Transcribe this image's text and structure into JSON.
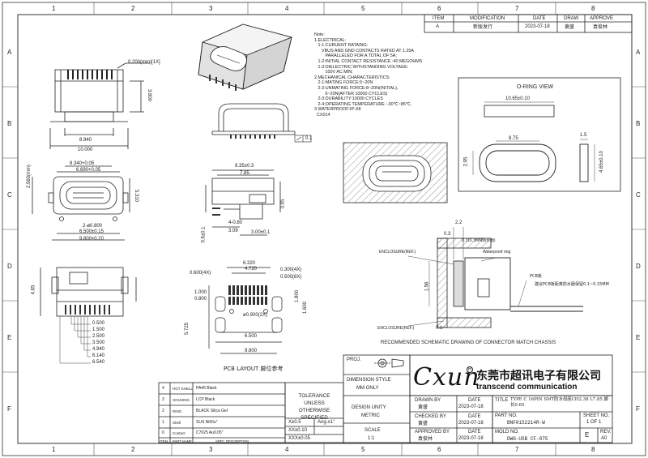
{
  "zones": {
    "top": [
      "1",
      "2",
      "3",
      "4",
      "5",
      "6",
      "7",
      "8"
    ],
    "side": [
      "A",
      "B",
      "C",
      "D",
      "E",
      "F"
    ]
  },
  "revision": {
    "headers": [
      "ITEM",
      "MODIFICATION",
      "DATE",
      "DRAW",
      "APPROVE"
    ],
    "row": {
      "item": "A",
      "modification": "新版发行",
      "date": "2023-07-18",
      "draw": "黄盛",
      "approve": "袁俊林"
    }
  },
  "notes": "Note:\n1.ELECTRICAL:\n   1-1:CURUENT RATAING:\n      VBUS AND GND CONTACTS RATED AT 1.25A\n         PARALLELED FOR A TOTAL OF 5A;\n   1-2:INITIAL CONTACT RESISTANCE :40 MEGOHMS\n   1-3:DIELECTRIC WITHSTANDING VOLTAGE:\n         100V AC MIN;\n2.MECHANICAL CHARACTERISTICS:\n   2-1:MATING FORCE:5~20N\n   2-2:UNMATING FORCE:8~20N(INITIAL),\n         6~20N(AFTER 10000 CYCLES)\n   2-3:DURABILITY:10000 CYCLES\n   2-4:OPERATING TEMPERATURE :-30℃~85℃.\n3.WATERPROOF:IP-X8\n  CX014",
  "dims": {
    "d_0200": "0.200(mm)[1X]",
    "d_3800": "3.800",
    "d_8940": "8.940",
    "d_10000": "10.000",
    "d_8340": "8.340+0.05",
    "d_6690": "6.690+0.05",
    "d_2560": "2.560(mm)",
    "d_5310": "5.310",
    "d_0800": "2-ø0.800",
    "d_6500": "6.500±0.15",
    "d_9800": "9.800±0.20",
    "d_835": "8.35±0.3",
    "d_785": "7.85",
    "d_480": "4-0.80",
    "d_309": "3.09",
    "d_300": "3.00±0.1",
    "d_065": "0.65",
    "d_08": "0.8±0.1",
    "d_flat": "0.1",
    "d_465": "4.65",
    "d_0500": "0.500",
    "d_1500": "1.500",
    "d_2500": "2.500",
    "d_3500": "3.500",
    "d_4940": "4.940",
    "d_6140": "6.140",
    "d_6540": "6.540",
    "d_6320": "6.320",
    "d_4720": "4.720",
    "d_0600": "0.600(4X)",
    "d_0300": "0.300(4X)",
    "d_0500b": "0.500(8X)",
    "d_1000": "1.000",
    "d_0800b": "0.800",
    "d_0900": "ø0.900(2X)",
    "d_5725": "5.725",
    "d_6500b": "6.500",
    "d_9800b": "9.800",
    "d_1800": "1.800",
    "d_1600": "1.600",
    "d_1065": "10.65±0.10",
    "d_875": "8.75",
    "d_295": "2.95",
    "d_15": "1.5",
    "d_465b": "4.65±0.10",
    "d_22": "2.2",
    "d_03": "0.3",
    "d_156": "1.56",
    "d_01": "0.1"
  },
  "labels": {
    "pcb_layout": "PCB LAYOUT 脚位参考",
    "oring_view": "O-RING VIEW",
    "enclosure": "ENCLOSURE(REF.)",
    "enclosure2": "ENCLOSURE(REF.)",
    "waterproof_ring": "Waterproof ring",
    "pcb_board": "PCB板",
    "pcb_suggestion": "建议PCB板距离防水圈保留0.1~0.15MM",
    "gap_note": "0.3(0.3MM防水圈)",
    "recommended": "RECOMMENDED SCHEMATIC DRAWING OF CONNECTOR MATCH CHASSIS"
  },
  "bom": [
    {
      "item": "4",
      "name": "HOT SHELL",
      "spec": "PA46 Black"
    },
    {
      "item": "3",
      "name": "HOUSING",
      "spec": "LCP Black"
    },
    {
      "item": "2",
      "name": "RING",
      "spec": "BLACK Silica Gel"
    },
    {
      "item": "1",
      "name": "Shell",
      "spec": "SUS Ni50u\""
    },
    {
      "item": "0",
      "name": "Contact",
      "spec": "C7025 Au0.05\""
    }
  ],
  "bom_header": {
    "item": "ITEM",
    "name": "PART NAME",
    "spec": "SPEC DESCRIPTION"
  },
  "tolerance": {
    "title": "TOLERANCE UNLESS OTHERWISE SPECIFIED",
    "x": "X±0.5",
    "xx": "XX±0.10",
    "xxx": "XXX±0.05",
    "ang": "Ang.±1°"
  },
  "title_block": {
    "proj": "PROJ.",
    "dimension_style": "DIMENSION STYLE",
    "dimension_value": "MM ONLY",
    "design_unity": "DESIGN UNITY",
    "design_value": "METRIC",
    "scale": "SCALE",
    "scale_value": "1:1",
    "drawn_by": "DRAWN BY",
    "drawn_name": "黄盛",
    "checked_by": "CHECKED BY",
    "checked_name": "黄盛",
    "approved_by": "APPROVED BY",
    "approved_name": "袁俊林",
    "date_label": "DATE",
    "date1": "2023-07-18",
    "date2": "2023-07-18",
    "date3": "2023-07-18",
    "logo": "Cxun",
    "company_cn": "东莞市超讯电子有限公司",
    "company_en": "transcend communication",
    "title_label": "TITLE",
    "title_value": "TYPE C 16PIN SMT防水母座CH2.38 L7.85 脚长0.65",
    "part_no_label": "PART NO.",
    "part_no": "BNF01S2214R-W",
    "mold_label": "MOLD NO.",
    "mold_no": "DWG-USB CF-075",
    "sheet_label": "SHEET NO.",
    "sheet_value": "1 OF 1",
    "rev_label": "REV.",
    "rev_value": "A0",
    "rev_zone": "E"
  }
}
